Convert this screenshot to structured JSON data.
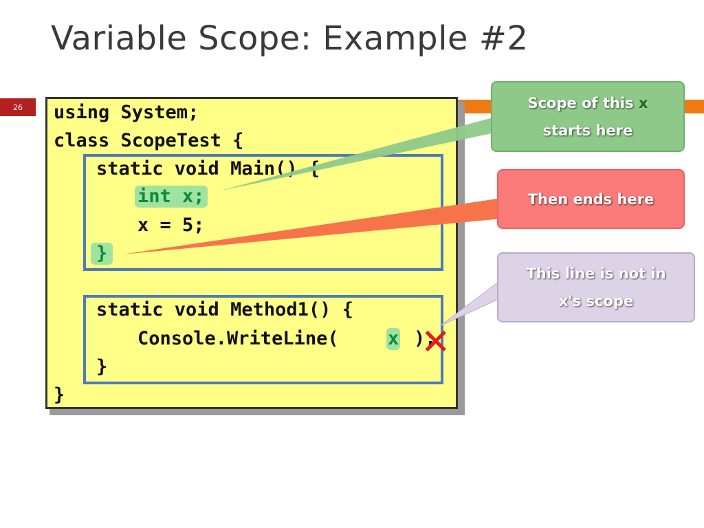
{
  "slide": {
    "title": "Variable Scope: Example #2",
    "page_number": "26"
  },
  "code": {
    "lines": [
      "using System;",
      "class ScopeTest {",
      "static void Main() {",
      "int x;",
      "x = 5;",
      "}",
      "static void Method1() {",
      "Console.WriteLine(",
      "x",
      ");",
      "}",
      "}"
    ]
  },
  "callouts": {
    "scope_start_prefix": "Scope of this ",
    "scope_start_var": "x",
    "scope_start_suffix": "starts here",
    "scope_end": "Then ends here",
    "not_in_scope_1": "This line is not in",
    "not_in_scope_2": "x's scope"
  },
  "marks": {
    "not_in_scope_mark": "✕"
  },
  "colors": {
    "code_background": "#ffff88",
    "scope_box_border": "#4f7ab8",
    "highlight_green": "#9fe39f",
    "callout_green": "#8fc98a",
    "callout_red": "#fb7a7a",
    "callout_purple": "#ddd3e6",
    "accent_orange": "#ef7a11",
    "page_number_bg": "#b32020"
  }
}
